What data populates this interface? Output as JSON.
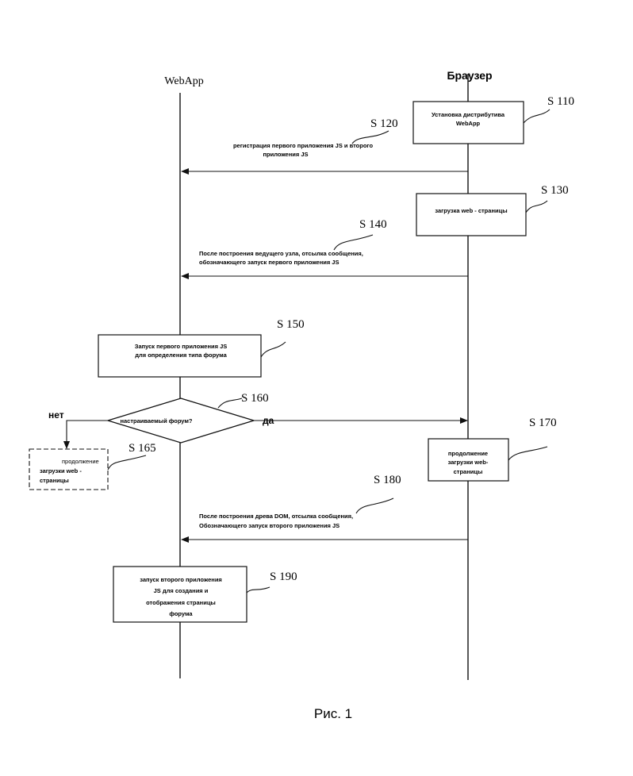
{
  "diagram": {
    "type": "sequence-flowchart",
    "lanes": {
      "left": "WebApp",
      "right": "Браузер"
    },
    "steps": {
      "s110": {
        "id": "S 110",
        "lines": [
          "Установка дистрибутива",
          "WebApp"
        ]
      },
      "s120": {
        "id": "S 120",
        "lines": [
          "регистрация первого приложения JS и второго",
          "приложения JS"
        ]
      },
      "s130": {
        "id": "S 130",
        "lines": [
          "загрузка web - страницы"
        ]
      },
      "s140": {
        "id": "S 140",
        "lines": [
          "После построения ведущего узла, отсылка сообщения,",
          "обозначающего запуск первого приложения JS"
        ]
      },
      "s150": {
        "id": "S 150",
        "lines": [
          "Запуск первого приложения JS",
          "для определения типа форума"
        ]
      },
      "s160": {
        "id": "S 160",
        "lines": [
          "настраиваемый форум?"
        ],
        "yes": "да",
        "no": "нет"
      },
      "s165": {
        "id": "S 165",
        "lines": [
          "продолжение",
          "загрузки web -",
          "страницы"
        ]
      },
      "s170": {
        "id": "S 170",
        "lines": [
          "продолжение",
          "загрузки web-",
          "страницы"
        ]
      },
      "s180": {
        "id": "S 180",
        "lines": [
          "После построения древа DOM, отсылка сообщения,",
          "Обозначающего запуск второго приложения JS"
        ]
      },
      "s190": {
        "id": "S 190",
        "lines": [
          "запуск второго приложения",
          "JS для создания и",
          "отображения страницы",
          "форума"
        ]
      }
    },
    "caption": "Рис. 1"
  }
}
